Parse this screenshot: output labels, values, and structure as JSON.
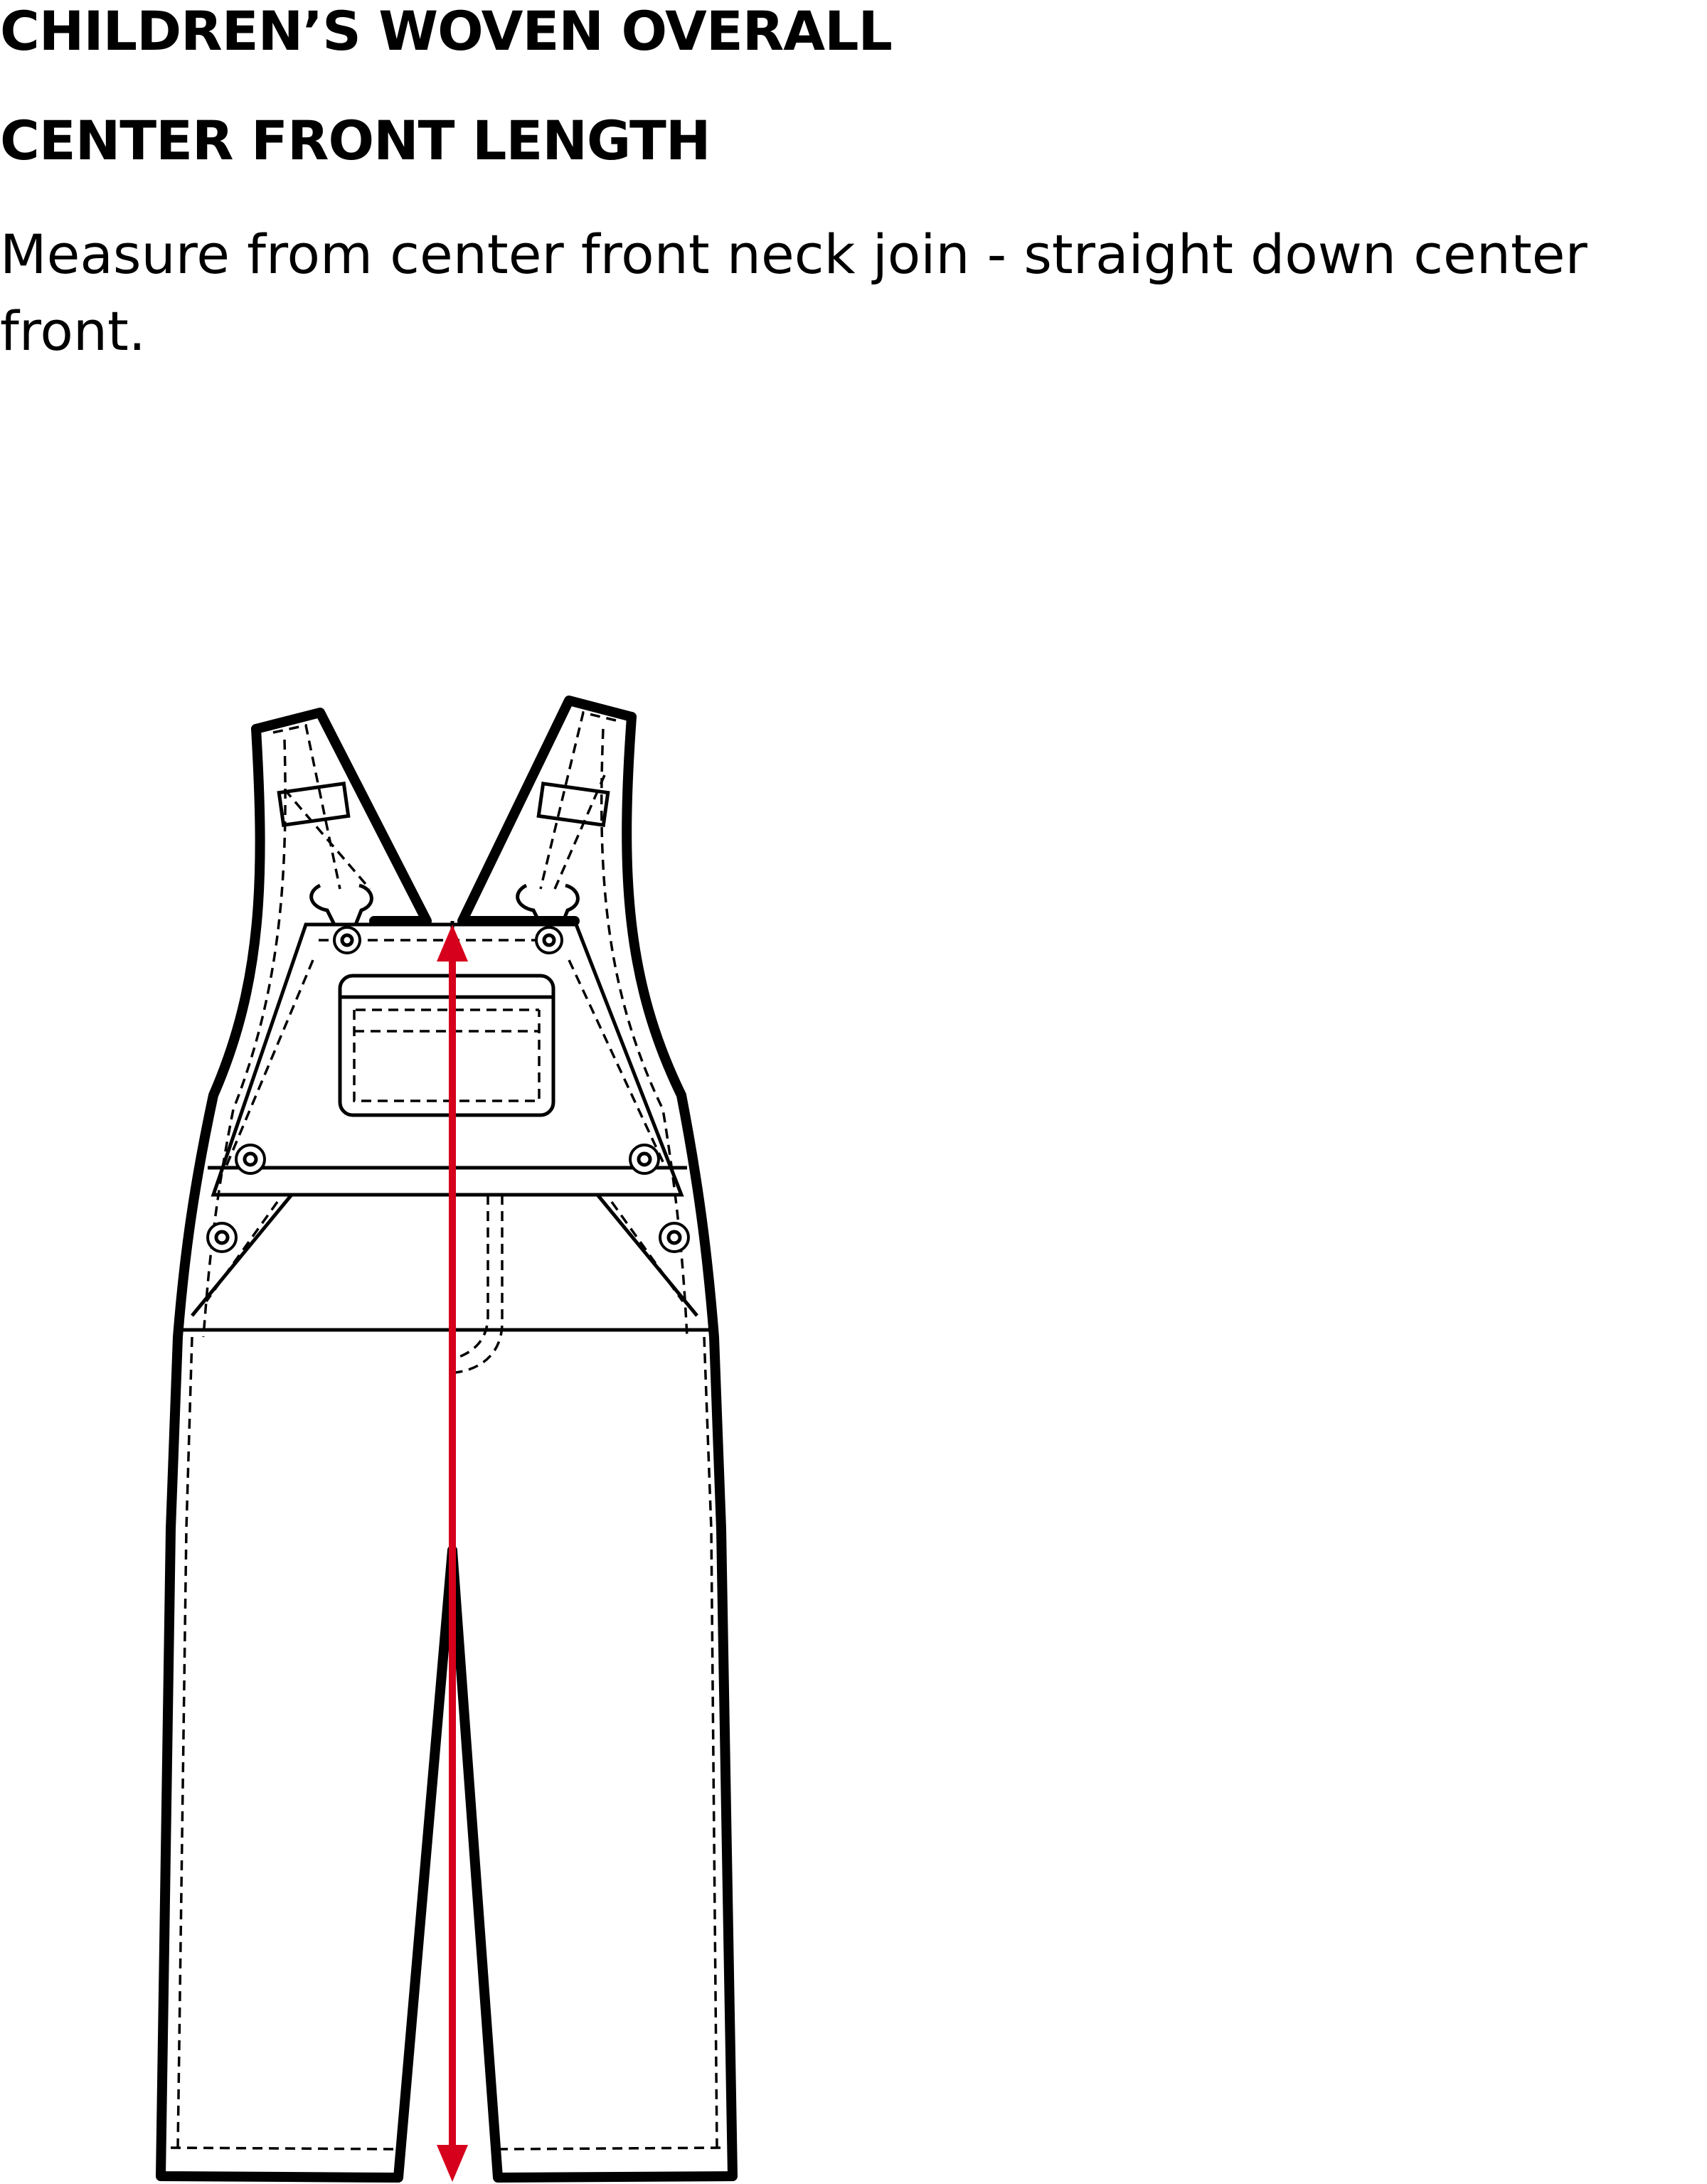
{
  "document": {
    "title": "CHILDREN’S WOVEN OVERALL",
    "section": "CENTER FRONT LENGTH",
    "instructions": "Measure from center front neck join - straight down center front."
  },
  "figure": {
    "measurement_arrow_color": "#d6001c",
    "line_color": "#000000"
  }
}
